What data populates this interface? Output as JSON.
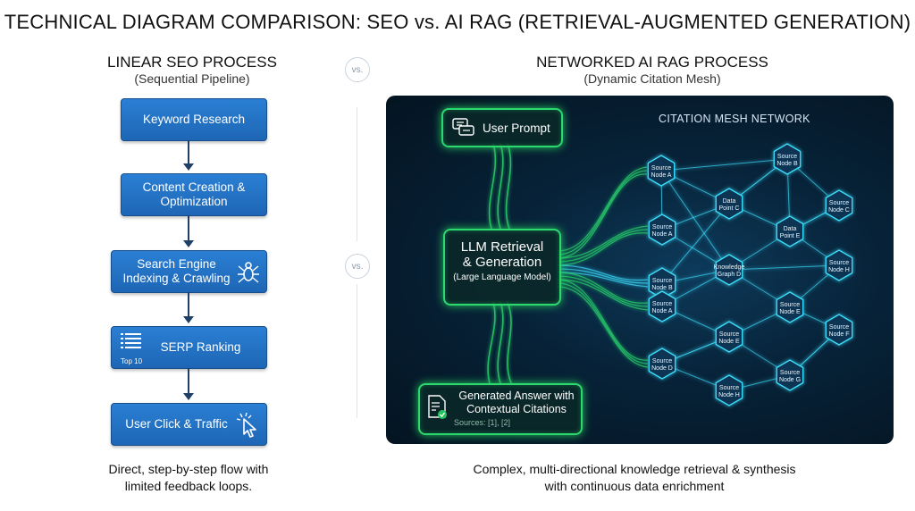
{
  "title": "TECHNICAL DIAGRAM COMPARISON: SEO vs. AI RAG (RETRIEVAL-AUGMENTED GENERATION)",
  "vs_label": "vs.",
  "seo": {
    "heading": "LINEAR SEO PROCESS",
    "subheading": "(Sequential Pipeline)",
    "steps": [
      {
        "label": "Keyword Research",
        "icon": "none"
      },
      {
        "label": "Content Creation & Optimization",
        "icon": "none"
      },
      {
        "label": "Search Engine Indexing & Crawling",
        "icon": "spider-icon"
      },
      {
        "label": "SERP Ranking",
        "icon": "list-icon",
        "icon_caption": "Top 10"
      },
      {
        "label": "User Click & Traffic",
        "icon": "cursor-click-icon"
      }
    ],
    "caption": "Direct, step-by-step flow with limited feedback loops."
  },
  "rag": {
    "heading": "NETWORKED AI RAG PROCESS",
    "subheading": "(Dynamic Citation Mesh)",
    "user_prompt": "User Prompt",
    "llm_title": "LLM Retrieval & Generation",
    "llm_sub": "(Large Language Model)",
    "answer_title": "Generated Answer with Contextual Citations",
    "answer_sources": "Sources: [1], [2]",
    "mesh_title": "CITATION MESH NETWORK",
    "nodes": [
      {
        "label": [
          "Source",
          "Node A"
        ]
      },
      {
        "label": [
          "Source",
          "Node B"
        ]
      },
      {
        "label": [
          "Source",
          "Node A"
        ]
      },
      {
        "label": [
          "Data",
          "Point C"
        ]
      },
      {
        "label": [
          "Source",
          "Node C"
        ]
      },
      {
        "label": [
          "Source",
          "Node B"
        ]
      },
      {
        "label": [
          "Data",
          "Point E"
        ]
      },
      {
        "label": [
          "Knowledge",
          "Graph D"
        ]
      },
      {
        "label": [
          "Source",
          "Node H"
        ]
      },
      {
        "label": [
          "Source",
          "Node A"
        ]
      },
      {
        "label": [
          "Source",
          "Node E"
        ]
      },
      {
        "label": [
          "Source",
          "Node E"
        ]
      },
      {
        "label": [
          "Source",
          "Node F"
        ]
      },
      {
        "label": [
          "Source",
          "Node D"
        ]
      },
      {
        "label": [
          "Source",
          "Node G"
        ]
      },
      {
        "label": [
          "Source",
          "Node H"
        ]
      }
    ],
    "caption": "Complex, multi-directional knowledge retrieval & synthesis with continuous data enrichment",
    "colors": {
      "glow_green": "#2cd96e",
      "mesh_cyan": "#3ee0ff",
      "panel_bg": "#072238"
    }
  }
}
